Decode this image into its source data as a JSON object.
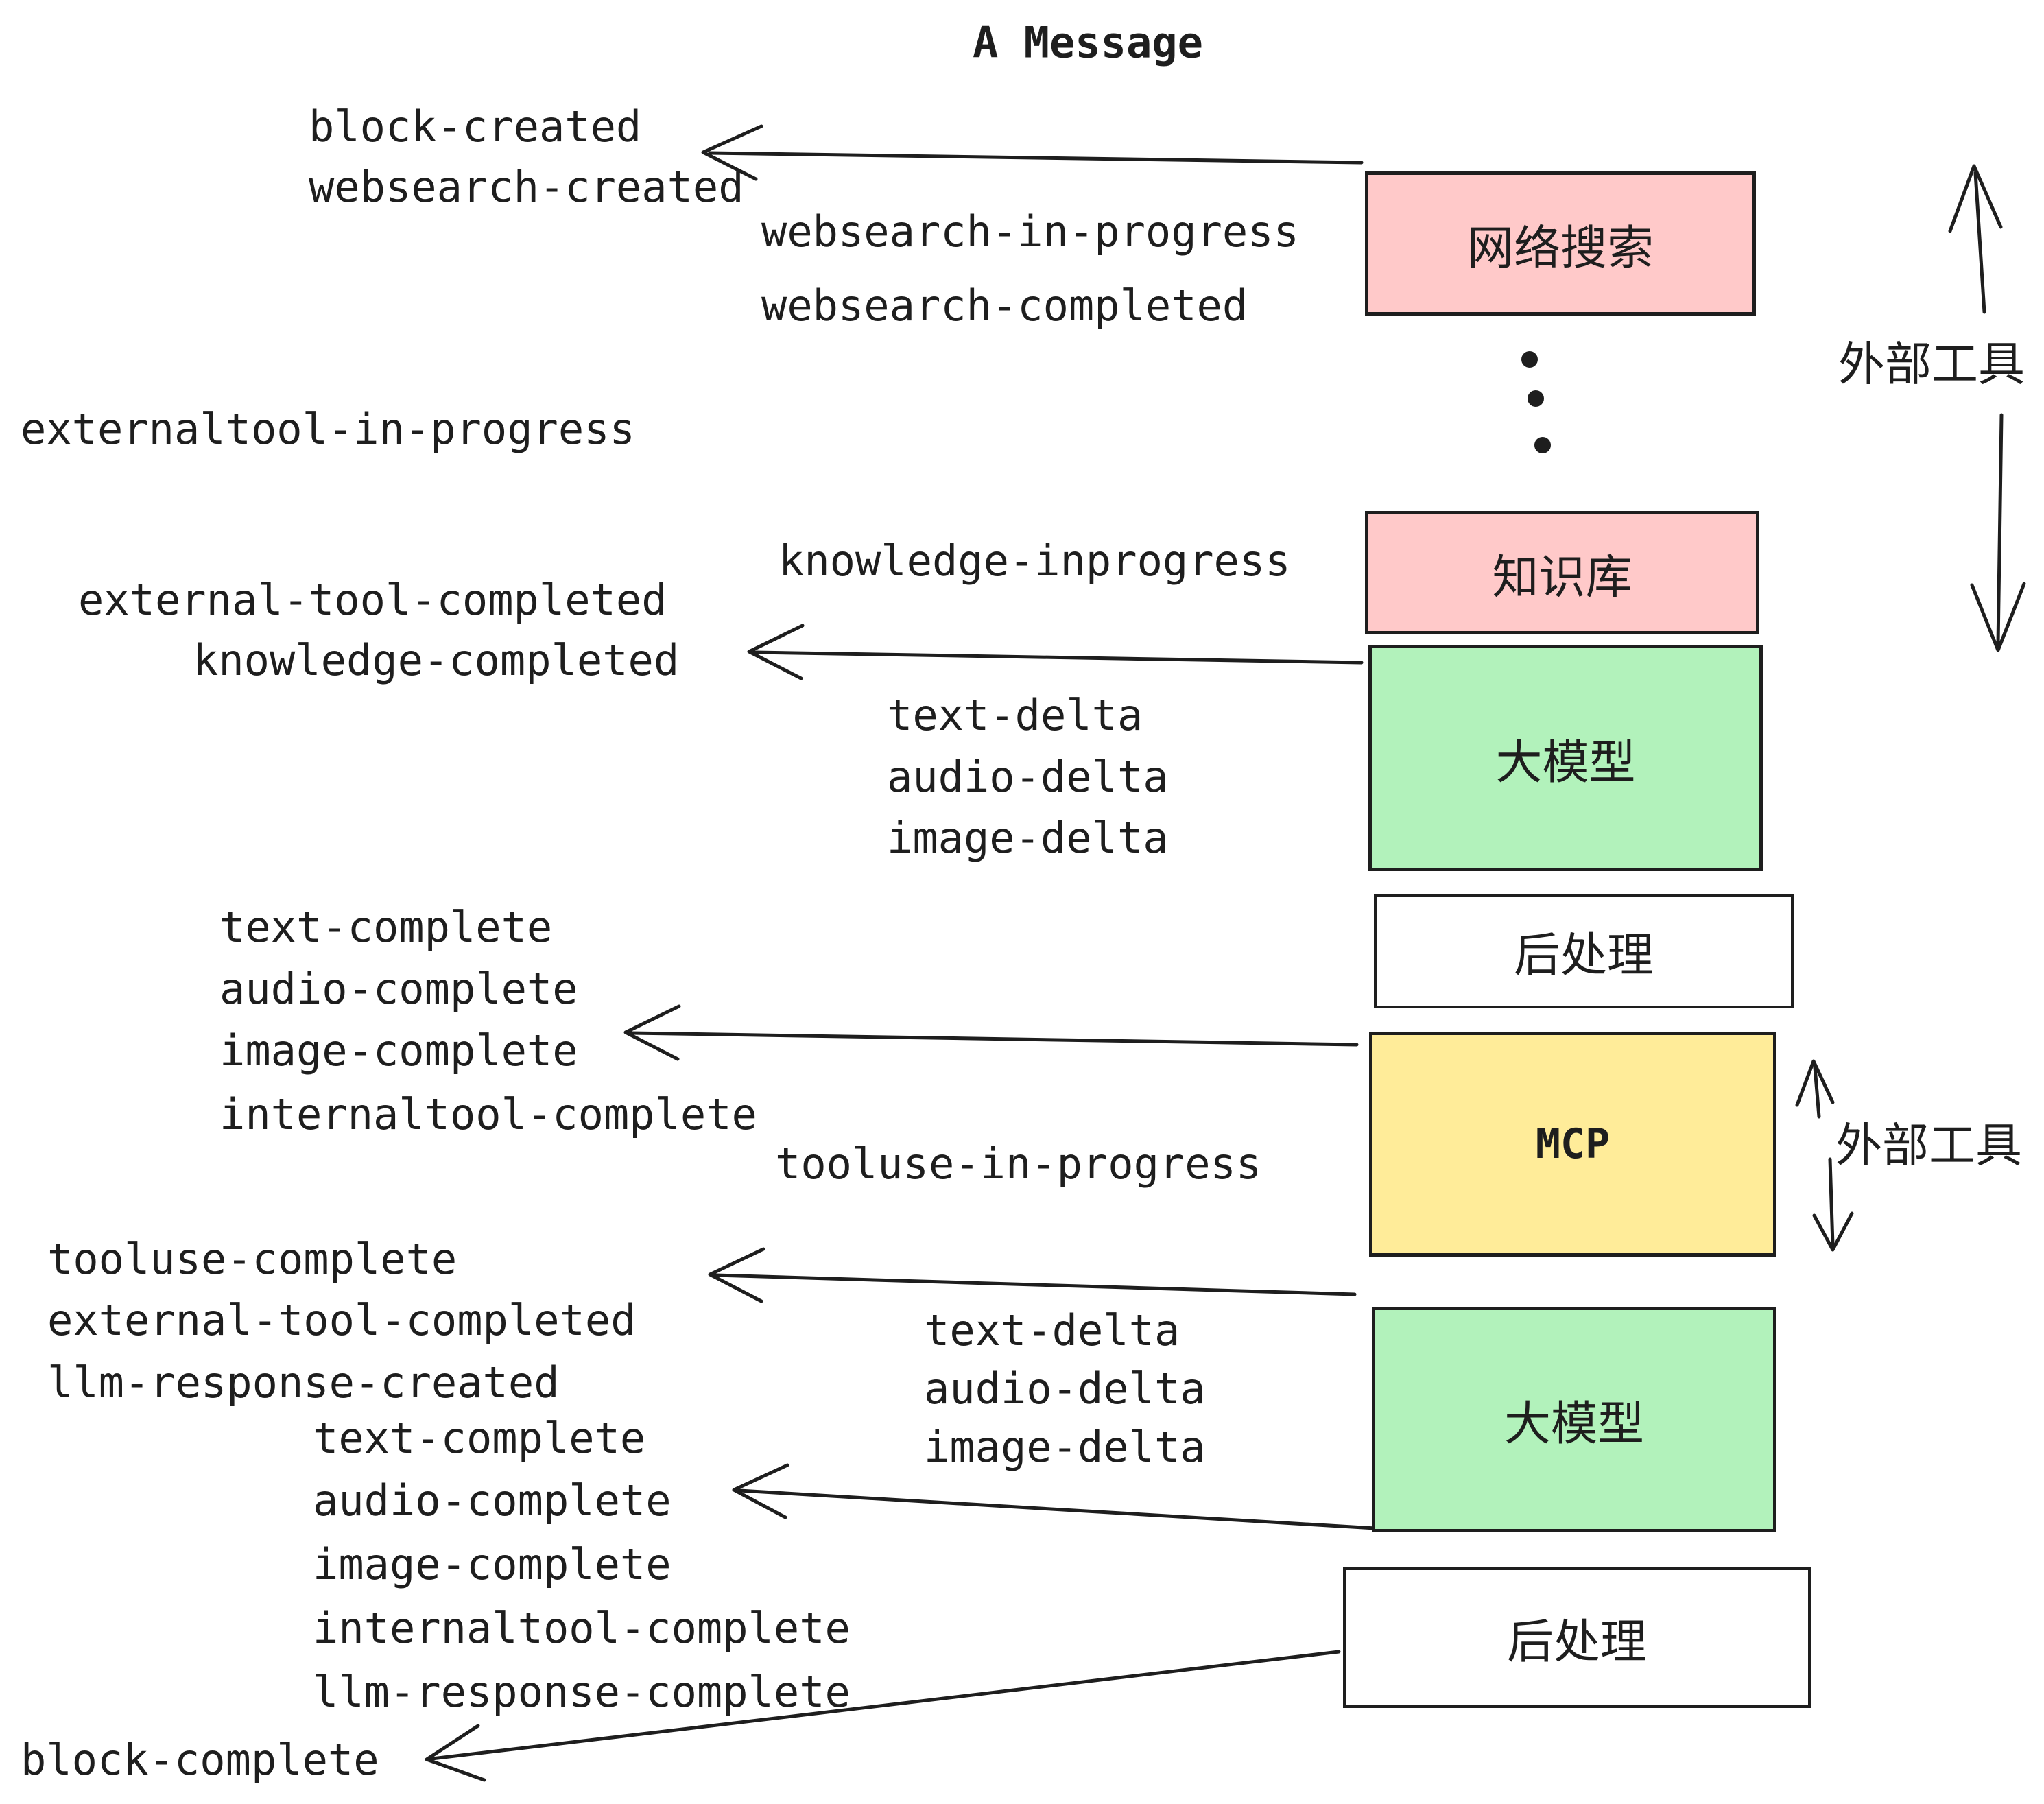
{
  "title": "A Message",
  "colors": {
    "ink": "#1E1E1E",
    "pink": "#FFC9C9",
    "green": "#B2F2BB",
    "yellow": "#FFEC99",
    "white": "#FFFFFF"
  },
  "boxes": [
    {
      "id": "websearch",
      "label": "网络搜索"
    },
    {
      "id": "knowledge",
      "label": "知识库"
    },
    {
      "id": "llm1",
      "label": "大模型"
    },
    {
      "id": "post1",
      "label": "后处理"
    },
    {
      "id": "mcp",
      "label": "MCP"
    },
    {
      "id": "llm2",
      "label": "大模型"
    },
    {
      "id": "post2",
      "label": "后处理"
    }
  ],
  "side_labels": {
    "top": "外部工具",
    "mid": "外部工具"
  },
  "events": {
    "block_created": "block-created",
    "websearch_created": "websearch-created",
    "websearch_in_progress": "websearch-in-progress",
    "websearch_completed": "websearch-completed",
    "externaltool_in_progress": "externaltool-in-progress",
    "knowledge_inprogress": "knowledge-inprogress",
    "external_tool_completed": "external-tool-completed",
    "knowledge_completed": "knowledge-completed",
    "text_delta": "text-delta",
    "audio_delta": "audio-delta",
    "image_delta": "image-delta",
    "text_complete": "text-complete",
    "audio_complete": "audio-complete",
    "image_complete": "image-complete",
    "internaltool_complete": "internaltool-complete",
    "tooluse_in_progress": "tooluse-in-progress",
    "tooluse_complete": "tooluse-complete",
    "external_tool_completed_2": "external-tool-completed",
    "llm_response_created": "llm-response-created",
    "text_delta_2": "text-delta",
    "audio_delta_2": "audio-delta",
    "image_delta_2": "image-delta",
    "text_complete_2": "text-complete",
    "audio_complete_2": "audio-complete",
    "image_complete_2": "image-complete",
    "internaltool_complete_2": "internaltool-complete",
    "llm_response_complete": "llm-response-complete",
    "block_complete": "block-complete"
  }
}
